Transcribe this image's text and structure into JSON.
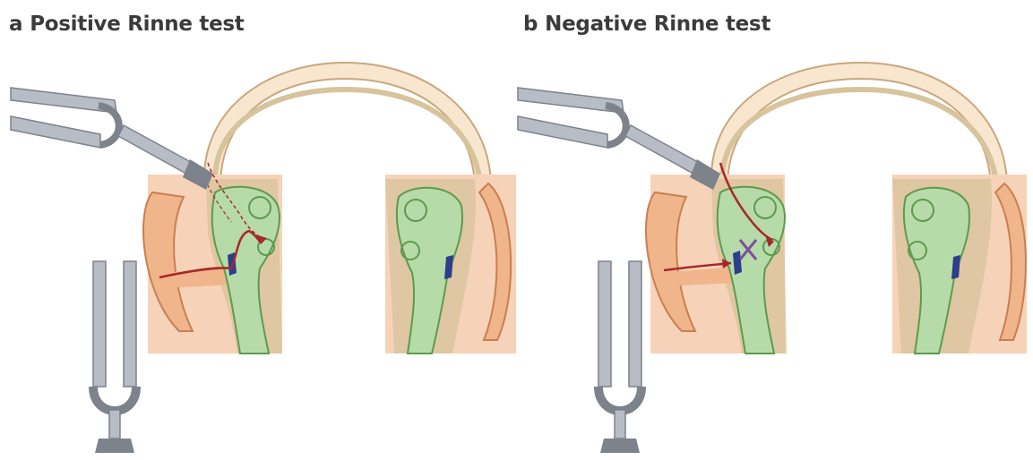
{
  "panels": [
    {
      "letter": "a",
      "title": "Positive Rinne test"
    },
    {
      "letter": "b",
      "title": "Negative Rinne test"
    }
  ],
  "colors": {
    "skin": "#f6d3b8",
    "ear": "#f0b58a",
    "skull": "#f9e6cf",
    "bone": "#d8c49c",
    "inner_ear": "#b7dba8",
    "inner_ear_outline": "#5d9a4e",
    "eardrum": "#2c3f8c",
    "sound_path": "#a8272a",
    "fork_steel": "#b8bcc4",
    "fork_dark": "#7d828b"
  }
}
